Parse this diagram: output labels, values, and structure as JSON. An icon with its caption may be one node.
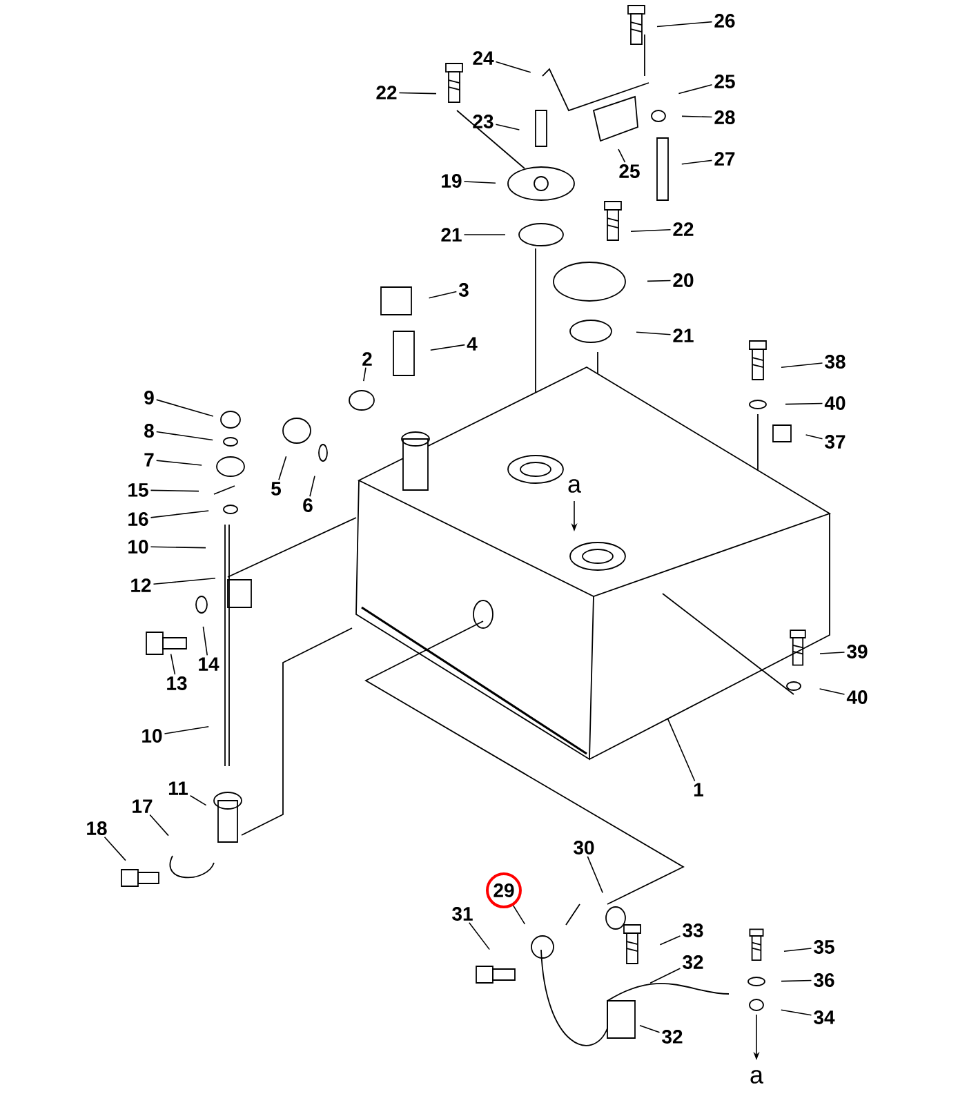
{
  "diagram": {
    "nodes": [
      {
        "text": [
          "26"
        ]
      },
      {
        "text": [
          "24"
        ]
      },
      {
        "text": [
          "22"
        ]
      },
      {
        "text": [
          "25"
        ]
      },
      {
        "text": [
          "28"
        ]
      },
      {
        "text": [
          "23"
        ]
      },
      {
        "text": [
          "25"
        ]
      },
      {
        "text": [
          "27"
        ]
      },
      {
        "text": [
          "19"
        ]
      },
      {
        "text": [
          "21"
        ]
      },
      {
        "text": [
          "22"
        ]
      },
      {
        "text": [
          "20"
        ]
      },
      {
        "text": [
          "3"
        ]
      },
      {
        "text": [
          "21"
        ]
      },
      {
        "text": [
          "4"
        ]
      },
      {
        "text": [
          "2"
        ]
      },
      {
        "text": [
          "38"
        ]
      },
      {
        "text": [
          "9"
        ]
      },
      {
        "text": [
          "40"
        ]
      },
      {
        "text": [
          "8"
        ]
      },
      {
        "text": [
          "37"
        ]
      },
      {
        "text": [
          "7"
        ]
      },
      {
        "text": [
          "15"
        ]
      },
      {
        "text": [
          "5"
        ]
      },
      {
        "text": [
          "6"
        ]
      },
      {
        "text": [
          "16"
        ]
      },
      {
        "text": [
          "10"
        ]
      },
      {
        "text": [
          "12"
        ]
      },
      {
        "text": [
          "39"
        ]
      },
      {
        "text": [
          "13"
        ]
      },
      {
        "text": [
          "14"
        ]
      },
      {
        "text": [
          "40"
        ]
      },
      {
        "text": [
          "10"
        ]
      },
      {
        "text": [
          "1"
        ]
      },
      {
        "text": [
          "11"
        ]
      },
      {
        "text": [
          "17"
        ]
      },
      {
        "text": [
          "18"
        ]
      },
      {
        "text": [
          "30"
        ]
      },
      {
        "text": [
          "29"
        ]
      },
      {
        "text": [
          "31"
        ]
      },
      {
        "text": [
          "33"
        ]
      },
      {
        "text": [
          "32"
        ]
      },
      {
        "text": [
          "35"
        ]
      },
      {
        "text": [
          "36"
        ]
      },
      {
        "text": [
          "34"
        ]
      },
      {
        "text": [
          "32"
        ]
      }
    ],
    "edges": [
      {
        "from": 0,
        "to": null,
        "arrow": "none"
      },
      {
        "from": 1,
        "to": null,
        "arrow": "none"
      },
      {
        "from": 2,
        "to": null,
        "arrow": "none"
      },
      {
        "from": 3,
        "to": null,
        "arrow": "none"
      },
      {
        "from": 4,
        "to": null,
        "arrow": "none"
      },
      {
        "from": 5,
        "to": null,
        "arrow": "none"
      },
      {
        "from": 6,
        "to": null,
        "arrow": "none"
      },
      {
        "from": 7,
        "to": null,
        "arrow": "none"
      },
      {
        "from": 8,
        "to": null,
        "arrow": "none"
      },
      {
        "from": 9,
        "to": null,
        "arrow": "none"
      },
      {
        "from": 10,
        "to": null,
        "arrow": "none"
      },
      {
        "from": 11,
        "to": null,
        "arrow": "none"
      },
      {
        "from": 12,
        "to": null,
        "arrow": "none"
      },
      {
        "from": 13,
        "to": null,
        "arrow": "none"
      },
      {
        "from": 14,
        "to": null,
        "arrow": "none"
      },
      {
        "from": 15,
        "to": null,
        "arrow": "none"
      },
      {
        "from": 16,
        "to": null,
        "arrow": "none"
      },
      {
        "from": 17,
        "to": null,
        "arrow": "none"
      },
      {
        "from": 18,
        "to": null,
        "arrow": "none"
      },
      {
        "from": 19,
        "to": null,
        "arrow": "none"
      },
      {
        "from": 20,
        "to": null,
        "arrow": "none"
      },
      {
        "from": 21,
        "to": null,
        "arrow": "none"
      },
      {
        "from": 22,
        "to": null,
        "arrow": "none"
      },
      {
        "from": 23,
        "to": null,
        "arrow": "none"
      },
      {
        "from": 24,
        "to": null,
        "arrow": "none"
      },
      {
        "from": 25,
        "to": null,
        "arrow": "none"
      },
      {
        "from": 26,
        "to": null,
        "arrow": "none"
      },
      {
        "from": 27,
        "to": null,
        "arrow": "none"
      },
      {
        "from": 28,
        "to": null,
        "arrow": "none"
      },
      {
        "from": 29,
        "to": null,
        "arrow": "none"
      },
      {
        "from": 30,
        "to": null,
        "arrow": "none"
      },
      {
        "from": 31,
        "to": null,
        "arrow": "none"
      },
      {
        "from": 32,
        "to": null,
        "arrow": "none"
      },
      {
        "from": 33,
        "to": null,
        "arrow": "none"
      },
      {
        "from": 34,
        "to": null,
        "arrow": "none"
      },
      {
        "from": 35,
        "to": null,
        "arrow": "none"
      },
      {
        "from": 36,
        "to": null,
        "arrow": "none"
      },
      {
        "from": 37,
        "to": null,
        "arrow": "none"
      },
      {
        "from": 38,
        "to": null,
        "arrow": "none"
      },
      {
        "from": 39,
        "to": null,
        "arrow": "none"
      },
      {
        "from": 40,
        "to": null,
        "arrow": "none"
      },
      {
        "from": 41,
        "to": null,
        "arrow": "none"
      },
      {
        "from": 42,
        "to": null,
        "arrow": "none"
      },
      {
        "from": 43,
        "to": null,
        "arrow": "none"
      },
      {
        "from": 44,
        "to": null,
        "arrow": "none"
      },
      {
        "from": 45,
        "to": null,
        "arrow": "none"
      }
    ],
    "labels": [
      "a",
      "a"
    ]
  }
}
